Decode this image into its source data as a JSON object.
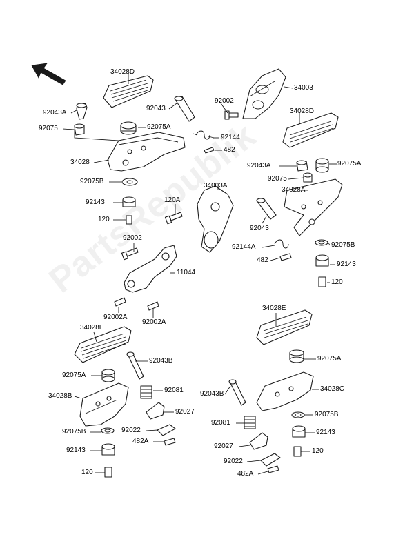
{
  "watermark": "PartsRepublik",
  "direction_arrow": "front-arrow",
  "callouts": [
    {
      "id": "c1",
      "text": "34028D"
    },
    {
      "id": "c2",
      "text": "34003"
    },
    {
      "id": "c3",
      "text": "92043A"
    },
    {
      "id": "c4",
      "text": "92002"
    },
    {
      "id": "c5",
      "text": "92043"
    },
    {
      "id": "c6",
      "text": "92075"
    },
    {
      "id": "c7",
      "text": "92075A"
    },
    {
      "id": "c8",
      "text": "34028D"
    },
    {
      "id": "c9",
      "text": "92144"
    },
    {
      "id": "c10",
      "text": "482"
    },
    {
      "id": "c11",
      "text": "34028"
    },
    {
      "id": "c12",
      "text": "92043A"
    },
    {
      "id": "c13",
      "text": "92075A"
    },
    {
      "id": "c14",
      "text": "92075B"
    },
    {
      "id": "c15",
      "text": "34003A"
    },
    {
      "id": "c16",
      "text": "92075"
    },
    {
      "id": "c17",
      "text": "34028A"
    },
    {
      "id": "c18",
      "text": "120A"
    },
    {
      "id": "c19",
      "text": "92143"
    },
    {
      "id": "c20",
      "text": "120"
    },
    {
      "id": "c21",
      "text": "92043"
    },
    {
      "id": "c22",
      "text": "92002"
    },
    {
      "id": "c23",
      "text": "92144A"
    },
    {
      "id": "c24",
      "text": "92075B"
    },
    {
      "id": "c25",
      "text": "482"
    },
    {
      "id": "c26",
      "text": "92143"
    },
    {
      "id": "c27",
      "text": "11044"
    },
    {
      "id": "c28",
      "text": "120"
    },
    {
      "id": "c29",
      "text": "92002A"
    },
    {
      "id": "c30",
      "text": "92002A"
    },
    {
      "id": "c31",
      "text": "34028E"
    },
    {
      "id": "c32",
      "text": "34028E"
    },
    {
      "id": "c33",
      "text": "92075A"
    },
    {
      "id": "c34",
      "text": "92043B"
    },
    {
      "id": "c35",
      "text": "92075A"
    },
    {
      "id": "c36",
      "text": "92081"
    },
    {
      "id": "c37",
      "text": "34028B"
    },
    {
      "id": "c38",
      "text": "92043B"
    },
    {
      "id": "c39",
      "text": "34028C"
    },
    {
      "id": "c40",
      "text": "92027"
    },
    {
      "id": "c41",
      "text": "92075B"
    },
    {
      "id": "c42",
      "text": "92022"
    },
    {
      "id": "c43",
      "text": "92081"
    },
    {
      "id": "c44",
      "text": "92075B"
    },
    {
      "id": "c45",
      "text": "482A"
    },
    {
      "id": "c46",
      "text": "92143"
    },
    {
      "id": "c47",
      "text": "92027"
    },
    {
      "id": "c48",
      "text": "120"
    },
    {
      "id": "c49",
      "text": "92143"
    },
    {
      "id": "c50",
      "text": "92022"
    },
    {
      "id": "c51",
      "text": "120"
    },
    {
      "id": "c52",
      "text": "482A"
    }
  ]
}
